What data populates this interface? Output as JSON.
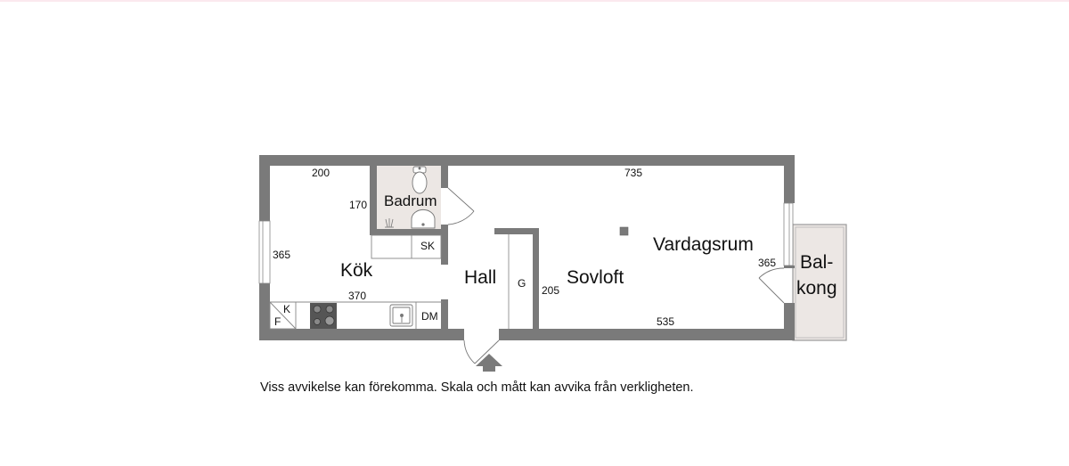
{
  "floorplan": {
    "rooms": {
      "kok": "Kök",
      "badrum": "Badrum",
      "hall": "Hall",
      "sovloft": "Sovloft",
      "vardagsrum": "Vardagsrum",
      "balkong_line1": "Bal-",
      "balkong_line2": "kong"
    },
    "fixtures": {
      "sk": "SK",
      "g": "G",
      "dm": "DM",
      "k": "K",
      "f": "F"
    },
    "dimensions": {
      "kok_width_top": "200",
      "badrum_height": "170",
      "kok_height": "365",
      "kok_width_bottom": "370",
      "vardagsrum_width_top": "735",
      "sovloft_height": "205",
      "vardagsrum_height": "365",
      "sovloft_width_bottom": "535"
    },
    "colors": {
      "wall": "#7a7a7a",
      "wet_room_floor": "#ece7e4",
      "balcony_floor": "#ece7e4"
    }
  },
  "disclaimer": "Viss avvikelse kan förekomma. Skala och mått kan avvika från verkligheten."
}
